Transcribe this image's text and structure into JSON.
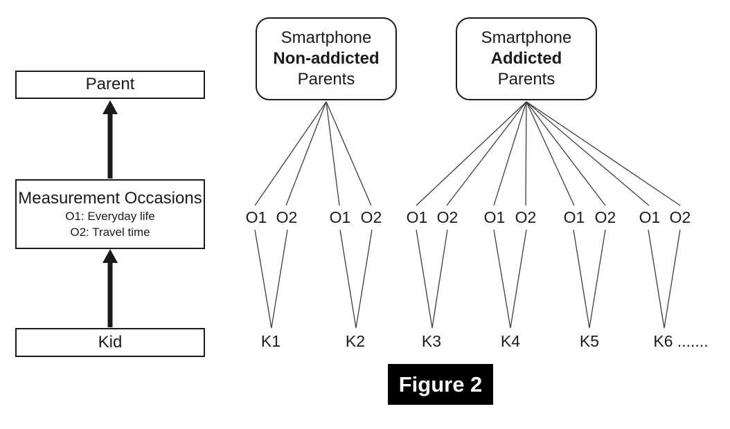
{
  "figure": {
    "caption": "Figure 2"
  },
  "left_flow": {
    "parent_label": "Parent",
    "measurement_title": "Measurement Occasions",
    "measurement_o1": "O1: Everyday life",
    "measurement_o2": "O2: Travel time",
    "kid_label": "Kid"
  },
  "groups": [
    {
      "line1": "Smartphone",
      "line2": "Non-addicted",
      "line3": "Parents"
    },
    {
      "line1": "Smartphone",
      "line2": "Addicted",
      "line3": "Parents"
    }
  ],
  "occasions": [
    "O1",
    "O2",
    "O1",
    "O2",
    "O1",
    "O2",
    "O1",
    "O2",
    "O1",
    "O2",
    "O1",
    "O2"
  ],
  "kids": [
    "K1",
    "K2",
    "K3",
    "K4",
    "K5",
    "K6 ......."
  ],
  "colors": {
    "ink": "#1a1a1a",
    "connector_line": "#3c3c3c",
    "caption_bg": "#000000",
    "caption_fg": "#ffffff",
    "background": "#ffffff"
  }
}
